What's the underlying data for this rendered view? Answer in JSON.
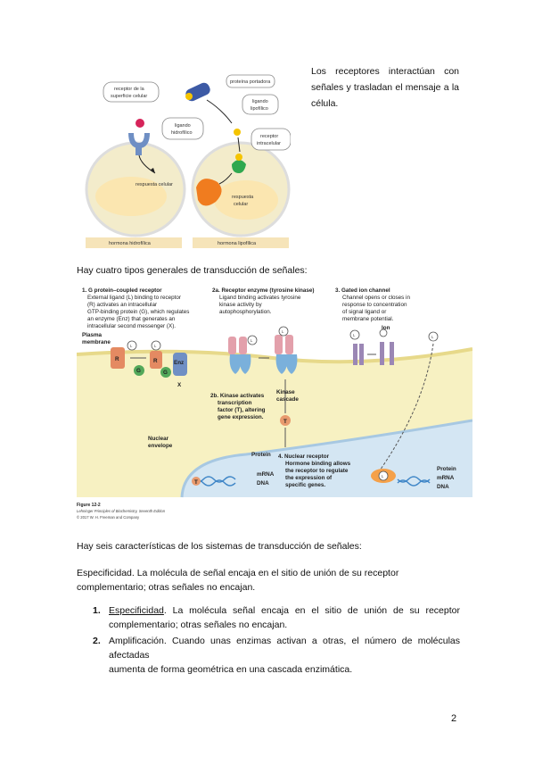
{
  "intro": {
    "text": "Los receptores interactúan con señales y trasladan el mensaje a la célula."
  },
  "figure1": {
    "labels": {
      "receptor_surface": [
        "receptor de la",
        "superficie celular"
      ],
      "carrier_protein": "proteína portadora",
      "lipophilic_ligand": [
        "ligando",
        "lipofílico"
      ],
      "hydrophilic_ligand": [
        "ligando",
        "hidrofílico"
      ],
      "intracellular_receptor": [
        "receptor",
        "intracelular"
      ],
      "response_left": "respuesta celular",
      "response_right": [
        "respuesta",
        "celular"
      ],
      "hormone_hydro": "hormona hidrofílica",
      "hormone_lipo": "hormona lipofílica"
    }
  },
  "section1": {
    "title": "Hay cuatro tipos generales de transducción de señales:"
  },
  "figure2": {
    "g_protein": [
      "1. G protein–coupled receptor",
      "External ligand (L) binding to receptor",
      "(R) activates an intracellular",
      "GTP-binding protein (G), which regulates",
      "an enzyme (Enz) that generates an",
      "intracellular second messenger (X)."
    ],
    "receptor_enzyme": [
      "2a. Receptor enzyme (tyrosine kinase)",
      "Ligand binding activates tyrosine",
      "kinase activity by",
      "autophosphorylation."
    ],
    "gated_channel": [
      "3. Gated ion channel",
      "Channel opens or closes in",
      "response to concentration",
      "of signal ligand or",
      "membrane potential."
    ],
    "plasma_membrane": [
      "Plasma",
      "membrane"
    ],
    "ion": "Ion",
    "kinase_activates": [
      "2b. Kinase activates",
      "transcription",
      "factor (T), altering",
      "gene expression."
    ],
    "kinase_cascade": [
      "Kinase",
      "cascade"
    ],
    "nuclear_envelope": [
      "Nuclear",
      "envelope"
    ],
    "nuclear_receptor": [
      "4. Nuclear receptor",
      "Hormone binding allows",
      "the receptor to regulate",
      "the expression of",
      "specific genes."
    ],
    "protein": "Protein",
    "mrna": "mRNA",
    "dna": "DNA",
    "L": "L",
    "R": "R",
    "G": "G",
    "Enz": "Enz",
    "X": "X",
    "T": "T",
    "caption": [
      "Figure 12-2",
      "Lehninger Principles of Biochemistry, Seventh Edition",
      "© 2017 W. H. Freeman and Company"
    ]
  },
  "section2": {
    "title": "Hay seis características de los sistemas de transducción de señales:"
  },
  "specificity_para": "Especificidad. La molécula de señal encaja en el sitio de unión de su receptor complementario; otras señales no encajan.",
  "list": [
    {
      "num": "1.",
      "term": "Especificidad",
      "line1": ". La molécula señal encaja en el sitio de unión de su receptor",
      "line2": "complementario; otras señales no encajan."
    },
    {
      "num": "2.",
      "line1": "Amplificación. Cuando unas enzimas activan a otras, el número de moléculas afectadas",
      "line2": "aumenta de forma geométrica en una cascada enzimática."
    }
  ],
  "page_number": "2",
  "colors": {
    "membrane": "#f2ebb0",
    "nucleus": "#d4e6f3",
    "receptor_blue": "#6f8fc4",
    "orange": "#f07c1f",
    "ligand_red": "#d6245a"
  }
}
